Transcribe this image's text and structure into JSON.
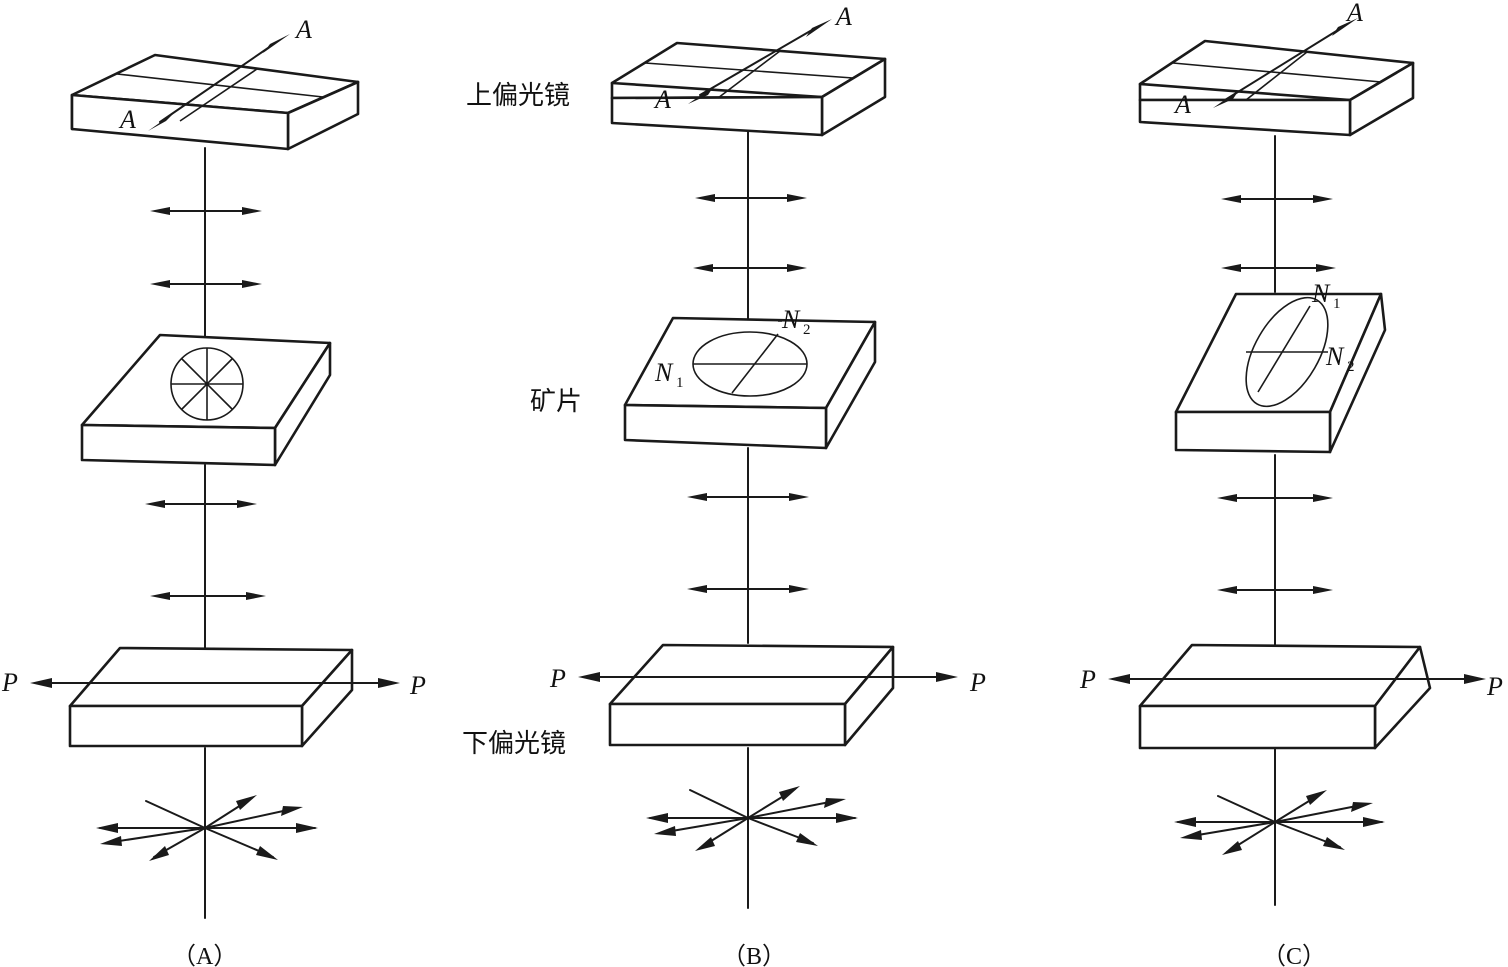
{
  "labels": {
    "analyzer_axis": "A",
    "polarizer_axis": "P",
    "vib_dir_1": "N",
    "vib_dir_1_sub": "1",
    "vib_dir_2": "N",
    "vib_dir_2_sub": "2",
    "upper_polarizer": "上偏光镜",
    "mineral_section": "矿片",
    "lower_polarizer": "下偏光镜"
  },
  "captions": {
    "a": "（A）",
    "b": "（B）",
    "c": "（C）"
  }
}
